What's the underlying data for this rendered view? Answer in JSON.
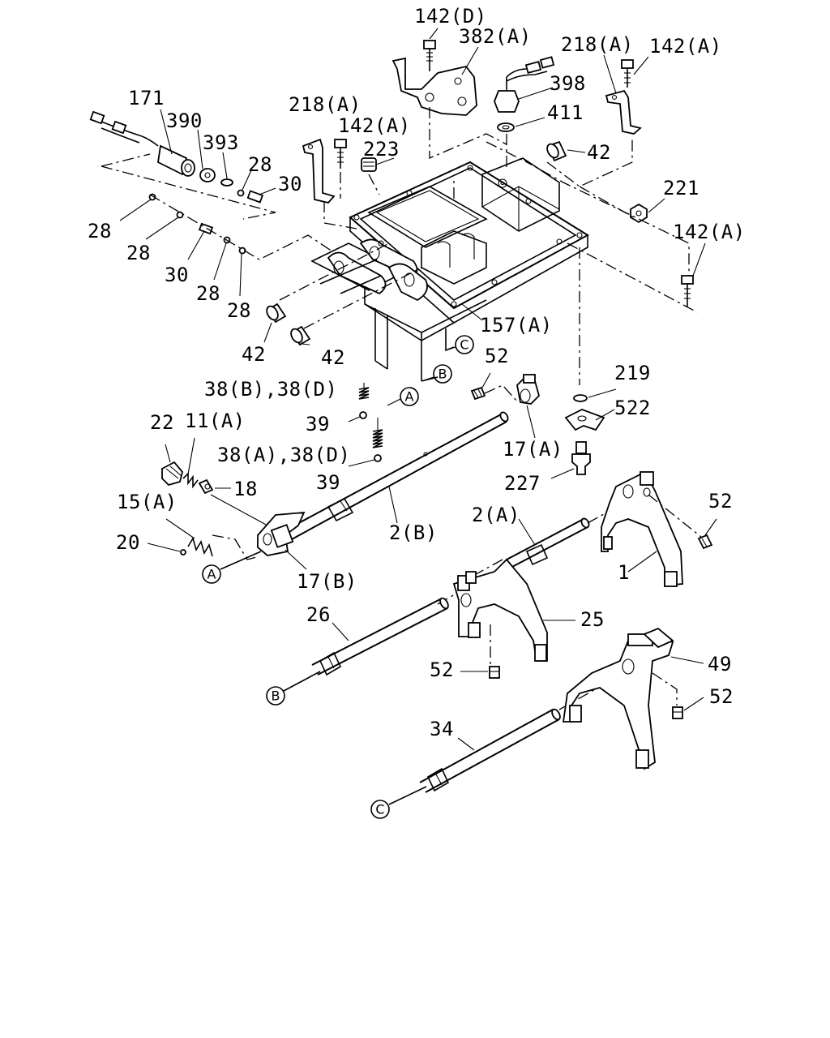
{
  "labels": {
    "p142d": "142(D)",
    "p382a": "382(A)",
    "p218a_top": "218(A)",
    "p142a_top": "142(A)",
    "p398": "398",
    "p411": "411",
    "p171": "171",
    "p390": "390",
    "p393": "393",
    "p218a_mid": "218(A)",
    "p142a_mid": "142(A)",
    "p223": "223",
    "p42_right": "42",
    "p28_a": "28",
    "p30_a": "30",
    "p221": "221",
    "p28_b": "28",
    "p28_c": "28",
    "p30_b": "30",
    "p28_d": "28",
    "p28_e": "28",
    "p142a_right": "142(A)",
    "p157a": "157(A)",
    "p42_left": "42",
    "p42_mid": "42",
    "p52_top": "52",
    "p219": "219",
    "p38bd": "38(B),38(D)",
    "p522": "522",
    "p39_a": "39",
    "p22": "22",
    "p11a": "11(A)",
    "p17a": "17(A)",
    "p38ad": "38(A),38(D)",
    "p39_b": "39",
    "p227": "227",
    "p18": "18",
    "p15a": "15(A)",
    "p2a": "2(A)",
    "p52_right": "52",
    "p20": "20",
    "p2b": "2(B)",
    "p1": "1",
    "p17b": "17(B)",
    "p26": "26",
    "p25": "25",
    "p52_mid": "52",
    "p49": "49",
    "p52_low": "52",
    "p34": "34"
  },
  "callouts": {
    "a_mid": "A",
    "b_mid": "B",
    "c_mid": "C",
    "a_left": "A",
    "b_left": "B",
    "c_left": "C"
  }
}
